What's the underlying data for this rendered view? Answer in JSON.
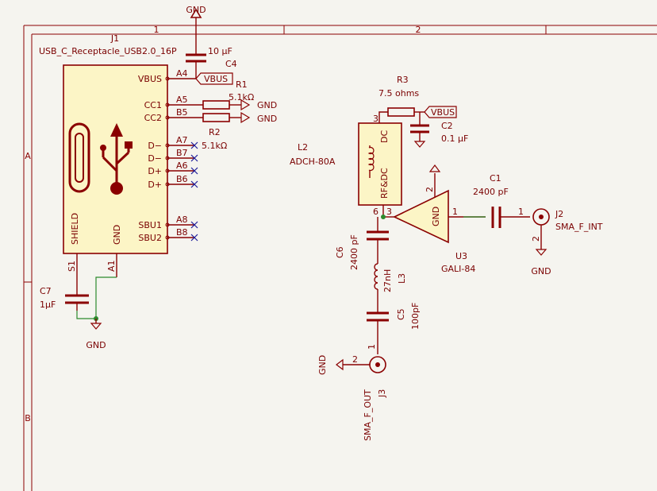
{
  "frame": {
    "col_1": "1",
    "col_2": "2",
    "row_a": "A",
    "row_b": "B"
  },
  "top_gnd": "GND",
  "J1": {
    "ref": "J1",
    "value": "USB_C_Receptacle_USB2.0_16P",
    "pins": {
      "VBUS": "VBUS",
      "A4": "A4",
      "CC1": "CC1",
      "A5": "A5",
      "CC2": "CC2",
      "B5": "B5",
      "Dm1": "D−",
      "A7": "A7",
      "Dm2": "D−",
      "B7": "B7",
      "Dp1": "D+",
      "A6": "A6",
      "Dp2": "D+",
      "B6": "B6",
      "SBU1": "SBU1",
      "A8": "A8",
      "SBU2": "SBU2",
      "B8": "B8",
      "SHIELD": "SHIELD",
      "S1": "S1",
      "GND": "GND",
      "A1": "A1"
    }
  },
  "C4": {
    "ref": "C4",
    "value": "10 µF"
  },
  "R1": {
    "ref": "R1",
    "value": "5.1kΩ"
  },
  "R2": {
    "ref": "R2",
    "value": "5.1kΩ"
  },
  "C7": {
    "ref": "C7",
    "value": "1µF"
  },
  "R3": {
    "ref": "R3",
    "value": "7.5 ohms",
    "pin": "3"
  },
  "C2": {
    "ref": "C2",
    "value": "0.1 µF"
  },
  "L2": {
    "ref": "L2",
    "value": "ADCH-80A",
    "pin_dc": "DC",
    "pin_rfdc": "RF&DC"
  },
  "U3": {
    "ref": "U3",
    "value": "GALI-84",
    "pin_gnd": "GND",
    "p1": "1",
    "p2": "2",
    "p3": "3",
    "p6": "6"
  },
  "C1": {
    "ref": "C1",
    "value": "2400 pF"
  },
  "J2": {
    "ref": "J2",
    "value": "SMA_F_INT",
    "p1": "1",
    "p2": "2"
  },
  "C6": {
    "ref": "C6",
    "value": "2400 pF"
  },
  "L3": {
    "ref": "L3",
    "value": "27nH"
  },
  "C5": {
    "ref": "C5",
    "value": "100pF"
  },
  "J3": {
    "ref": "J3",
    "value": "SMA_F_OUT",
    "p1": "1",
    "p2": "2"
  },
  "labels": {
    "vbus_a": "VBUS",
    "vbus_b": "VBUS",
    "gnd_r1": "GND",
    "gnd_r2": "GND",
    "gnd_c7": "GND",
    "gnd_j2": "GND",
    "gnd_j3": "GND"
  }
}
